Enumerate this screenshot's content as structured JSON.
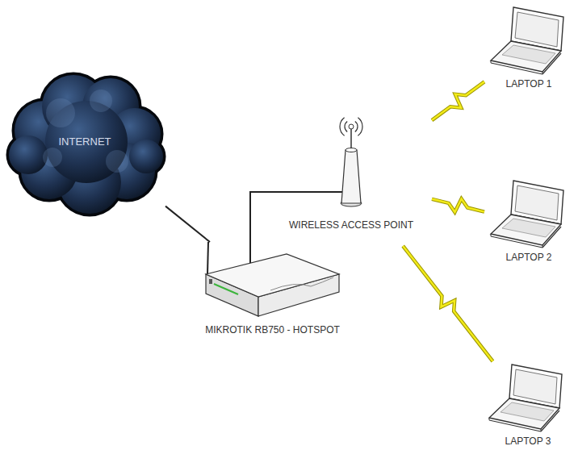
{
  "diagram": {
    "nodes": [
      {
        "text": [
          "INTERNET"
        ]
      },
      {
        "text": [
          "MIKROTIK RB750 - HOTSPOT"
        ]
      },
      {
        "text": [
          "WIRELESS ACCESS POINT"
        ]
      },
      {
        "text": [
          "LAPTOP 1"
        ]
      },
      {
        "text": [
          "LAPTOP 2"
        ]
      },
      {
        "text": [
          "LAPTOP 3"
        ]
      }
    ],
    "edges": [
      {
        "from": 0,
        "to": 1,
        "arrow": "none"
      },
      {
        "from": 1,
        "to": 2,
        "arrow": "none"
      },
      {
        "from": 2,
        "to": 3,
        "arrow": "none"
      },
      {
        "from": 2,
        "to": 4,
        "arrow": "none"
      },
      {
        "from": 2,
        "to": 5,
        "arrow": "none"
      }
    ]
  }
}
